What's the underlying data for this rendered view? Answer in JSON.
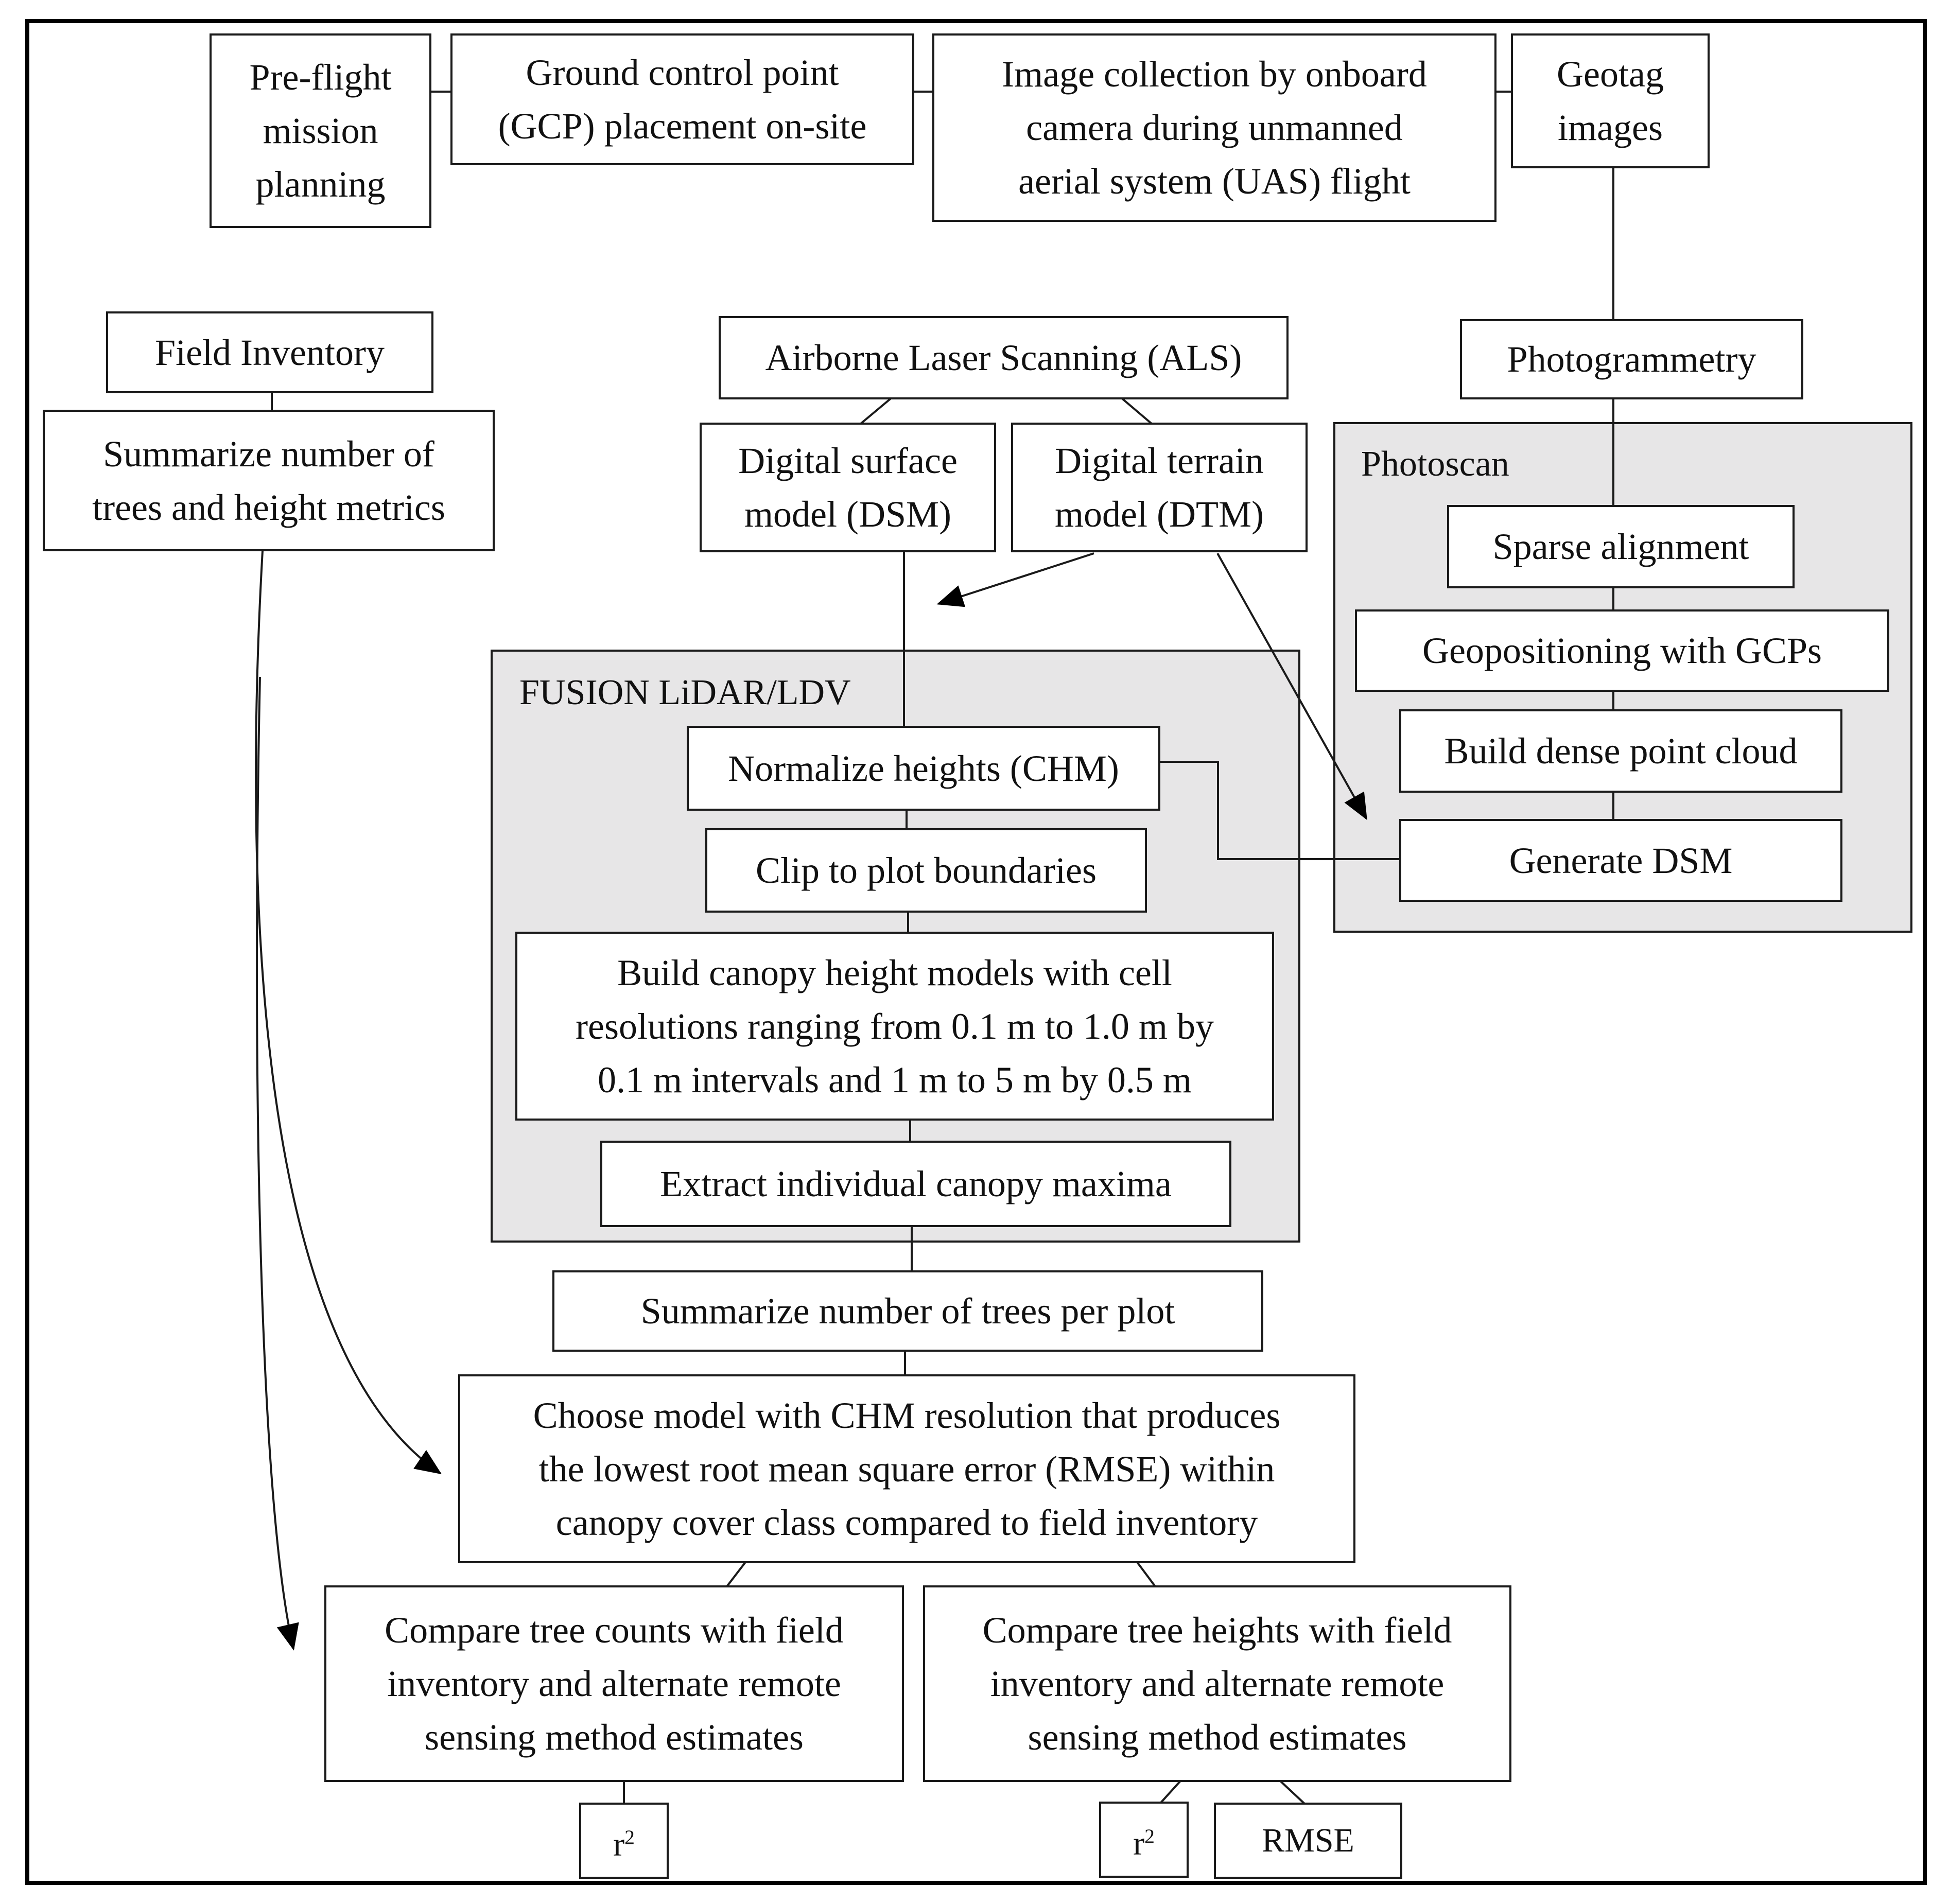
{
  "top_row": {
    "preflight": "Pre-flight\nmission\nplanning",
    "gcp": "Ground control point\n(GCP) placement on-site",
    "image_collection": "Image collection by onboard\ncamera during unmanned\naerial system (UAS) flight",
    "geotag": "Geotag\nimages"
  },
  "field": {
    "inventory": "Field Inventory",
    "summarize": "Summarize number of\ntrees and height metrics"
  },
  "als": {
    "title": "Airborne Laser Scanning (ALS)",
    "dsm": "Digital surface\nmodel (DSM)",
    "dtm": "Digital terrain\nmodel (DTM)"
  },
  "photogrammetry": {
    "title": "Photogrammetry",
    "group_label": "Photoscan",
    "sparse": "Sparse alignment",
    "geopositioning": "Geopositioning with GCPs",
    "dense": "Build dense point cloud",
    "generate_dsm": "Generate  DSM"
  },
  "fusion": {
    "group_label": "FUSION LiDAR/LDV",
    "normalize": "Normalize heights  (CHM)",
    "clip": "Clip to plot boundaries",
    "build_chm": "Build canopy height models with cell\nresolutions ranging from 0.1 m to 1.0 m by\n0.1 m intervals and 1 m to 5 m by 0.5 m",
    "extract": "Extract individual canopy maxima"
  },
  "summarize_trees": "Summarize number of trees per plot",
  "choose_model": "Choose model with CHM resolution that produces\nthe lowest root mean square error (RMSE) within\ncanopy cover class compared to field inventory",
  "compare_counts": "Compare tree counts with field\ninventory and alternate remote\nsensing method estimates",
  "compare_heights": "Compare tree heights with field\ninventory and alternate remote\nsensing method estimates",
  "outputs": {
    "r2_base": "r",
    "r2_exp": "2",
    "rmse": "RMSE"
  }
}
